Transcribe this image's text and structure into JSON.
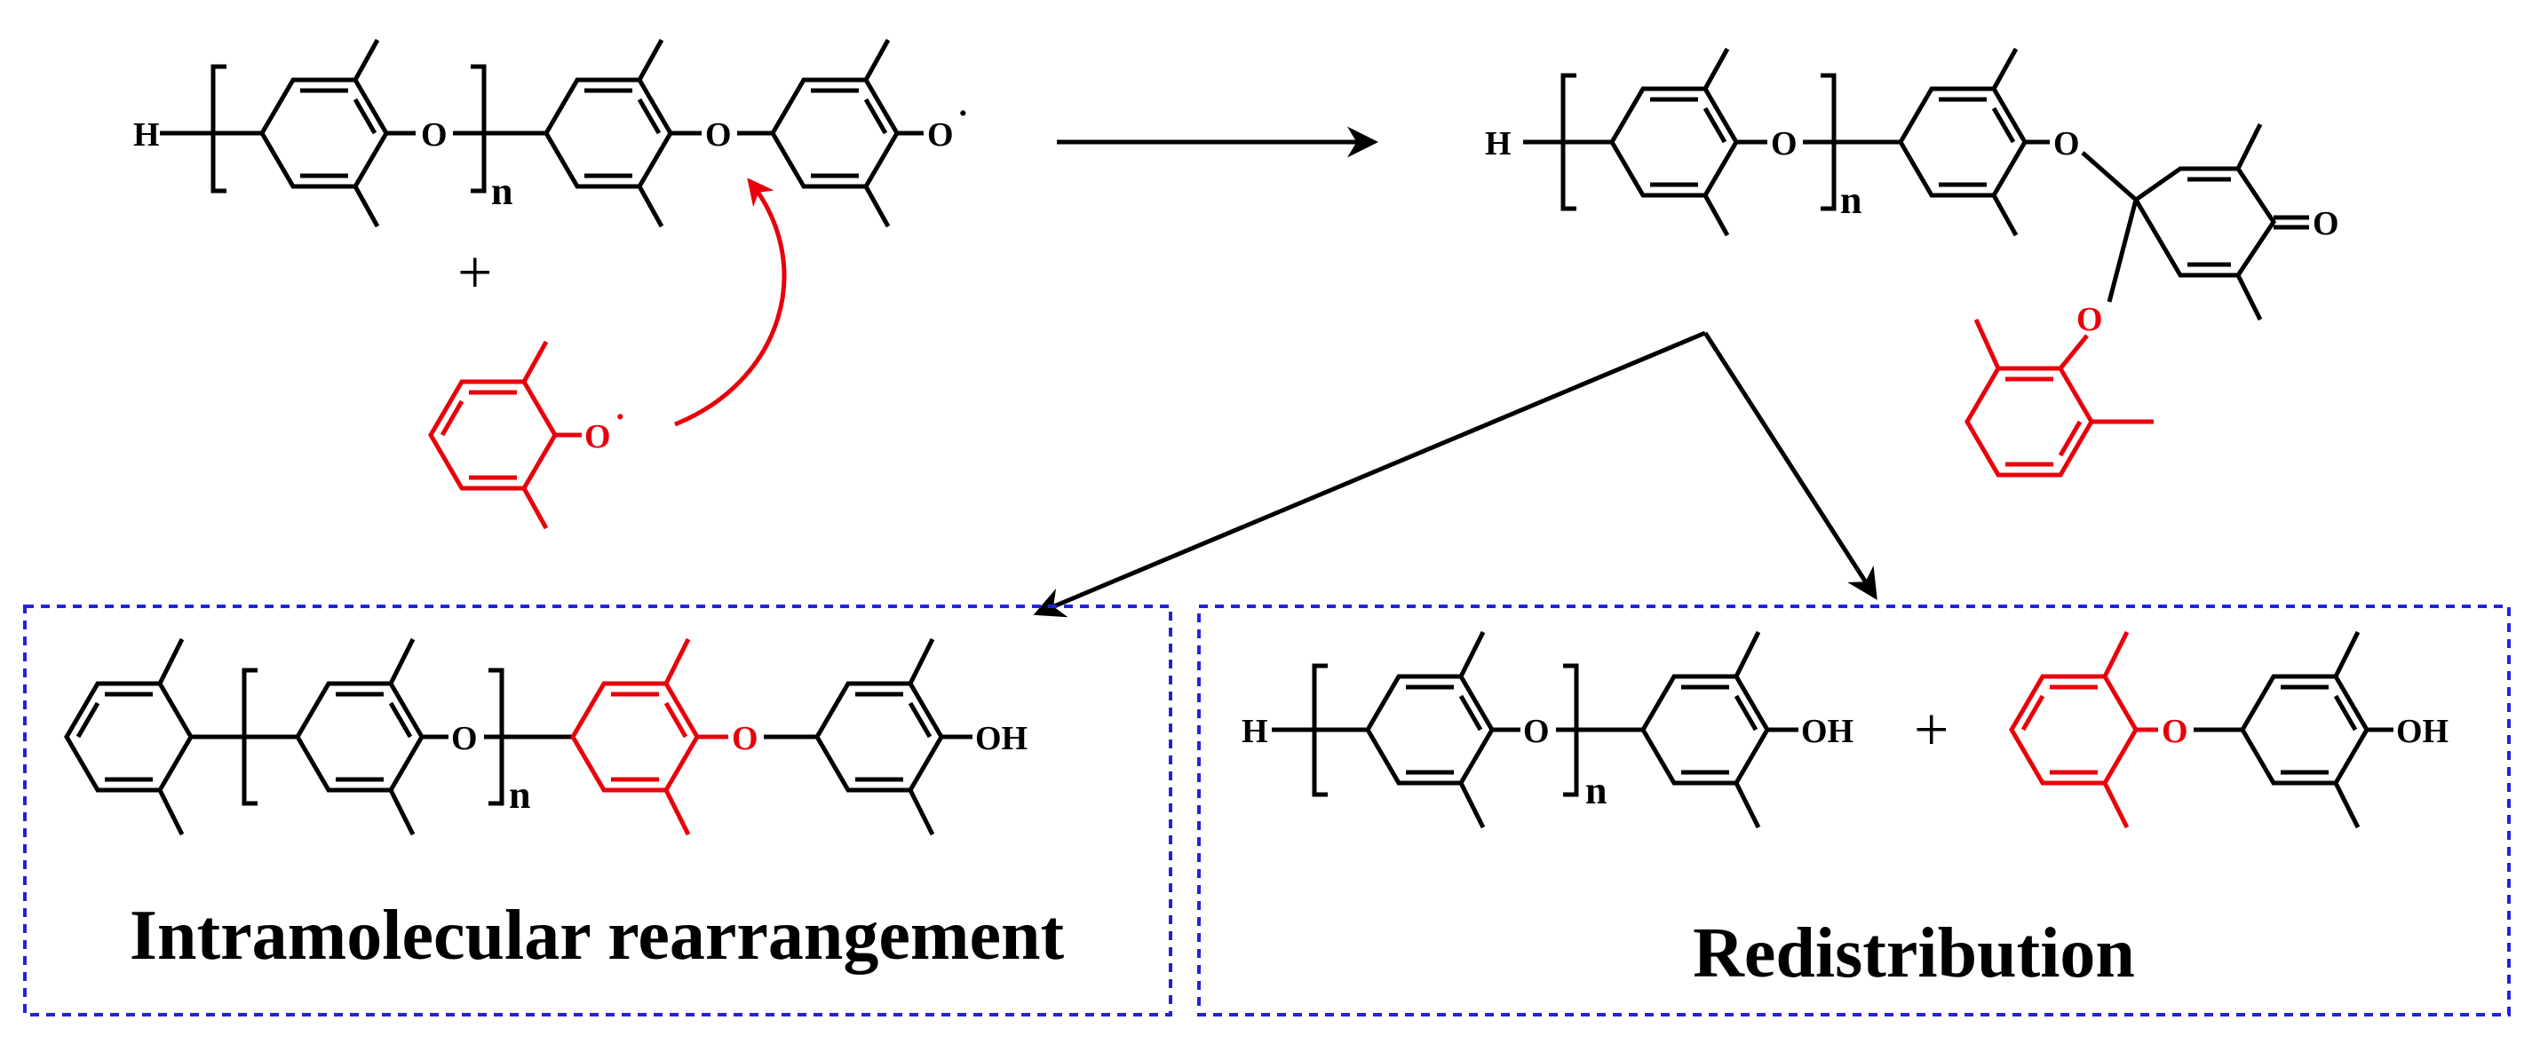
{
  "colors": {
    "bond": "#000000",
    "highlight": "#e8000b",
    "box_border": "#2222dd"
  },
  "labels": {
    "h": "H",
    "o": "O",
    "n": "n",
    "oh": "OH",
    "plus": "+",
    "radical_dot": "·"
  },
  "boxes": {
    "left_title": "Intramolecular rearrangement",
    "right_title": "Redistribution"
  }
}
